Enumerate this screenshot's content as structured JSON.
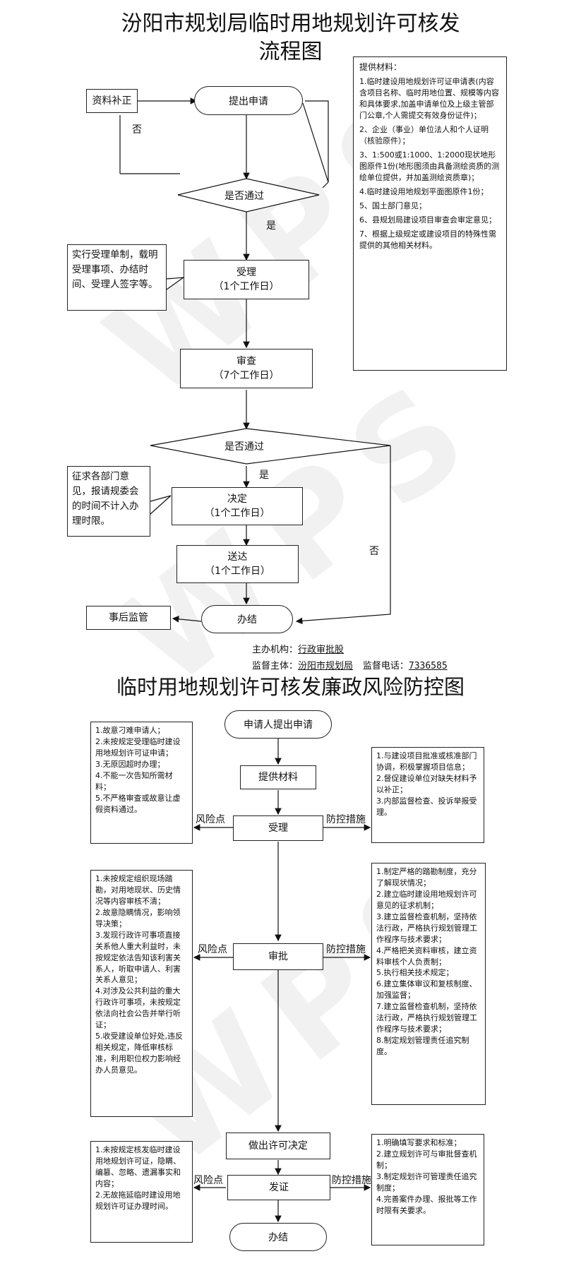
{
  "flow1": {
    "title_line1": "汾阳市规划局临时用地规划许可核发",
    "title_line2": "流程图",
    "supplement_box": "资料补正",
    "no_label_1": "否",
    "apply": "提出申请",
    "pass_check_1": "是否通过",
    "yes_label_1": "是",
    "accept_note": "实行受理单制，载明受理事项、办结时间、受理人签字等。",
    "accept_title": "受理",
    "accept_days": "（1个工作日）",
    "review_title": "审查",
    "review_days": "（7个工作日）",
    "pass_check_2": "是否通过",
    "yes_label_2": "是",
    "decide_note": "征求各部门意见，报请规委会的时间不计入办理时限。",
    "decide_title": "决定",
    "decide_days": "（1个工作日）",
    "no_label_2": "否",
    "deliver_title": "送达",
    "deliver_days": "（1个工作日）",
    "supervise_box": "事后监管",
    "finish": "办结",
    "materials": {
      "heading": "提供材料：",
      "items": [
        "1.临时建设用地规划许可证申请表(内容含项目名称、临时用地位置、规模等内容和具体要求,加盖申请单位及上级主管部门公章,个人需提交有效身份证件)；",
        "2、企业（事业）单位法人和个人证明（核验原件）；",
        "3、1:500或1:1000、1:2000现状地形图原件1份(地形图须由具备测绘资质的测绘单位提供，并加盖测绘资质章)；",
        "4.临时建设用地规划平面图原件1份；",
        "5、国土部门意见；",
        "6、县规划局建设项目审查会审定意见；",
        "7、根据上级规定或建设项目的特殊性需提供的其他相关材料。"
      ]
    },
    "organizer_label": "主办机构：",
    "organizer_value": "行政审批股",
    "supervisor_label": "监督主体：",
    "supervisor_value": "汾阳市规划局",
    "phone_label": "监督电话：",
    "phone_value": "7336585"
  },
  "flow2": {
    "title": "临时用地规划许可核发廉政风险防控图",
    "start": "申请人提出申请",
    "materials": "提供材料",
    "accept": "受理",
    "approve": "审批",
    "decide": "做出许可决定",
    "issue": "发证",
    "finish": "办结",
    "risk_point": "风险点",
    "control_measures": "防控措施",
    "accept_risks": [
      "1.故意刁难申请人；",
      "2.未按规定受理临时建设用地规划许可证申请；",
      "3.无原因超时办理；",
      "4.不能一次告知所需材料；",
      "5.不严格审查或故意让虚假资料通过。"
    ],
    "accept_controls": [
      "1.与建设项目批准或核准部门协调，积极掌握项目信息；",
      "2.督促建设单位对缺失材料予以补正；",
      "3.内部监督检查、投诉举报受理。"
    ],
    "approve_risks": [
      "1.未按规定组织现场踏勘，对用地现状、历史情况等内容审核不清；",
      "2.故意隐瞒情况，影响领导决策；",
      "3.发现行政许可事项直接关系他人重大利益时，未按规定依法告知该利害关系人，听取申请人、利害关系人意见；",
      "4.对涉及公共利益的重大行政许可事项，未按规定依法向社会公告并举行听证；",
      "5.收受建设单位好处,违反相关规定，降低审核标准，利用职位权力影响经办人员意见。"
    ],
    "approve_controls": [
      "1.制定严格的踏勘制度，充分了解现状情况；",
      "2.建立临时建设用地规划许可意见的征求机制；",
      "3.建立监督检查机制，坚持依法行政，严格执行规划管理工作程序与技术要求；",
      "4.严格把关资料审核，建立资料审核个人负责制；",
      "5.执行相关技术规定；",
      "6.建立集体审议和复核制度、加强监督；",
      "7.建立监督检查机制，坚持依法行政，严格执行规划管理工作程序与技术要求；",
      "8.制定规划管理责任追究制度。"
    ],
    "issue_risks": [
      "1.未按规定核发临时建设用地规划许可证，隐瞒、编篡、忽略、遗漏事实和内容；",
      "2.无故拖延临时建设用地规划许可证办理时间。"
    ],
    "issue_controls": [
      "1.明确填写要求和标准；",
      "2.建立规划许可与审批督查机制；",
      "3.制定规划许可管理责任追究制度；",
      "4.完善案件办理、报批等工作时限有关要求。"
    ]
  },
  "watermark": "WPS"
}
